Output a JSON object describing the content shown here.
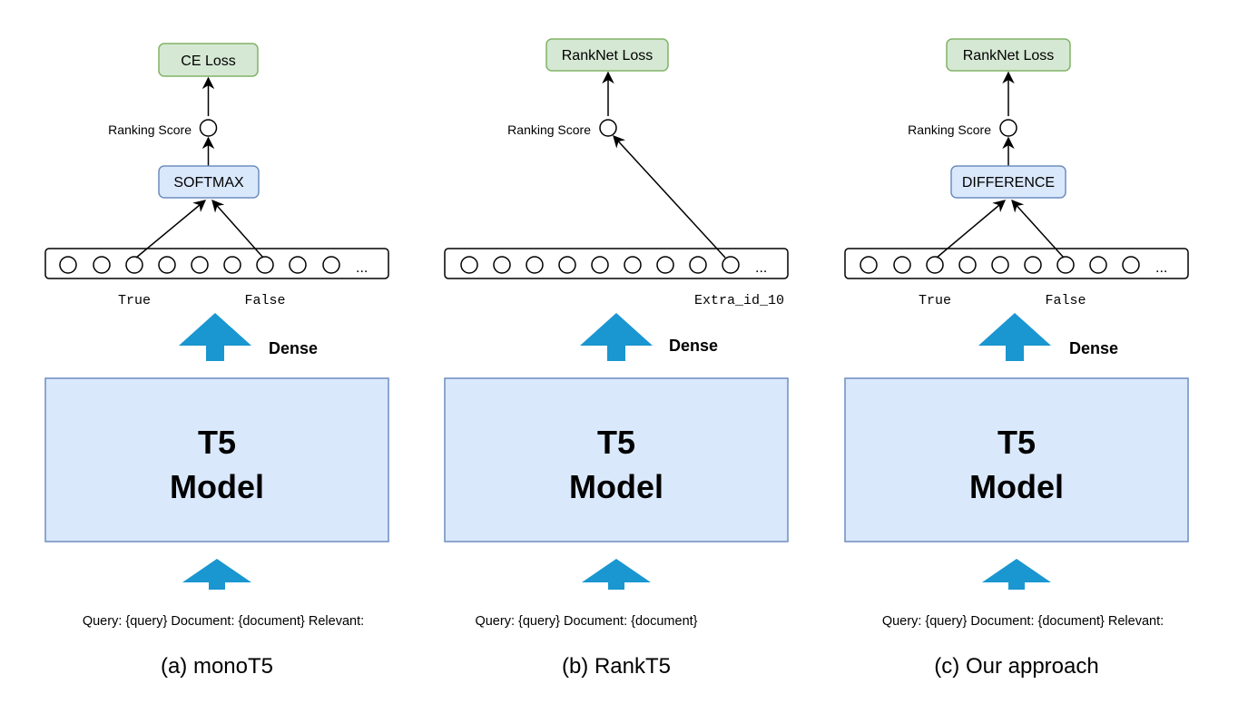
{
  "panels": [
    {
      "loss": "CE Loss",
      "score_label": "Ranking Score",
      "op": "SOFTMAX",
      "token_labels": [
        "True",
        "False"
      ],
      "ellipsis": "...",
      "dense_label": "Dense",
      "model_line1": "T5",
      "model_line2": "Model",
      "input_text": "Query: {query} Document: {document} Relevant:",
      "caption": "(a) monoT5"
    },
    {
      "loss": "RankNet Loss",
      "score_label": "Ranking Score",
      "token_labels": [
        "Extra_id_10"
      ],
      "ellipsis": "...",
      "dense_label": "Dense",
      "model_line1": "T5",
      "model_line2": "Model",
      "input_text": "Query: {query} Document: {document}",
      "caption": "(b) RankT5"
    },
    {
      "loss": "RankNet Loss",
      "score_label": "Ranking Score",
      "op": "DIFFERENCE",
      "token_labels": [
        "True",
        "False"
      ],
      "ellipsis": "...",
      "dense_label": "Dense",
      "model_line1": "T5",
      "model_line2": "Model",
      "input_text": "Query: {query} Document: {document} Relevant:",
      "caption": "(c) Our approach"
    }
  ]
}
